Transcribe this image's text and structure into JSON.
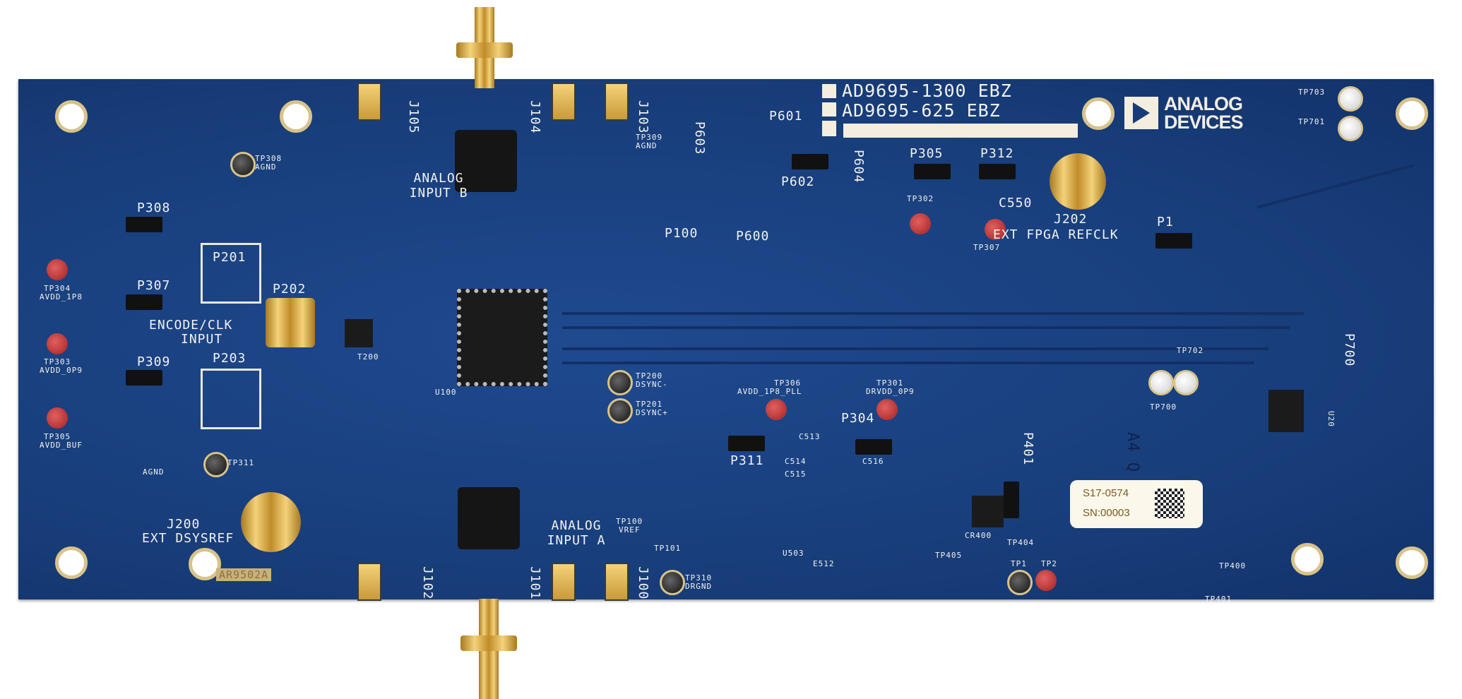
{
  "board": {
    "model_lines": [
      "AD9695-1300 EBZ",
      "AD9695-625 EBZ"
    ],
    "brand": [
      "ANALOG",
      "DEVICES"
    ],
    "sticker": {
      "code": "S17-0574",
      "serial": "SN:00003"
    },
    "board_id": "AR9502A",
    "labels": {
      "j105": "J105",
      "j104": "J104",
      "j103": "J103",
      "j102": "J102",
      "j101": "J101",
      "j100": "J100",
      "analog_input_b": "ANALOG INPUT B",
      "analog_input_a": "ANALOG INPUT A",
      "p603": "P603",
      "p601": "P601",
      "p602": "P602",
      "p604": "P604",
      "p100": "P100",
      "p600": "P600",
      "p305": "P305",
      "p312": "P312",
      "c550": "C550",
      "j202": "J202",
      "ext_fpga_refclk": "EXT FPGA REFCLK",
      "p1": "P1",
      "p308": "P308",
      "p307": "P307",
      "p309": "P309",
      "p201": "P201",
      "p202": "P202",
      "p203": "P203",
      "encode_clk": "ENCODE/CLK",
      "input": "INPUT",
      "t200": "T200",
      "tp304": "TP304",
      "avdd_1p8": "AVDD_1P8",
      "tp303": "TP303",
      "avdd_0p9": "AVDD_0P9",
      "tp305": "TP305",
      "avdd_buf": "AVDD_BUF",
      "tp308": "TP308",
      "agnd": "AGND",
      "tp311": "TP311",
      "agnd2": "AGND",
      "j200": "J200",
      "ext_dsysref": "EXT DSYSREF",
      "u100": "U100",
      "tp200": "TP200",
      "dsync_m": "DSYNC-",
      "tp201": "TP201",
      "dsync_p": "DSYNC+",
      "tp306": "TP306",
      "avdd_1p8_pll": "AVDD_1P8_PLL",
      "tp301": "TP301",
      "drvdd_0p9": "DRVDD_0P9",
      "p304": "P304",
      "p311": "P311",
      "p401": "P401",
      "tp100": "TP100",
      "vref": "VREF",
      "tp101": "TP101",
      "tp310": "TP310",
      "drgnd": "DRGND",
      "tp1": "TP1",
      "tp2": "TP2",
      "tp700": "TP700",
      "tp702": "TP702",
      "p700": "P700",
      "tp703": "TP703",
      "tp701": "TP701",
      "tp400": "TP400",
      "tp401": "TP401",
      "tp302": "TP302",
      "tp307": "TP307",
      "tp309": "TP309",
      "agnd3": "AGND",
      "u20": "U20",
      "a4q": "A4 Q",
      "tp404": "TP404",
      "tp405": "TP405",
      "cr400": "CR400",
      "u503": "U503",
      "e512": "E512",
      "c513": "C513",
      "c514": "C514",
      "c515": "C515",
      "c516": "C516"
    }
  }
}
